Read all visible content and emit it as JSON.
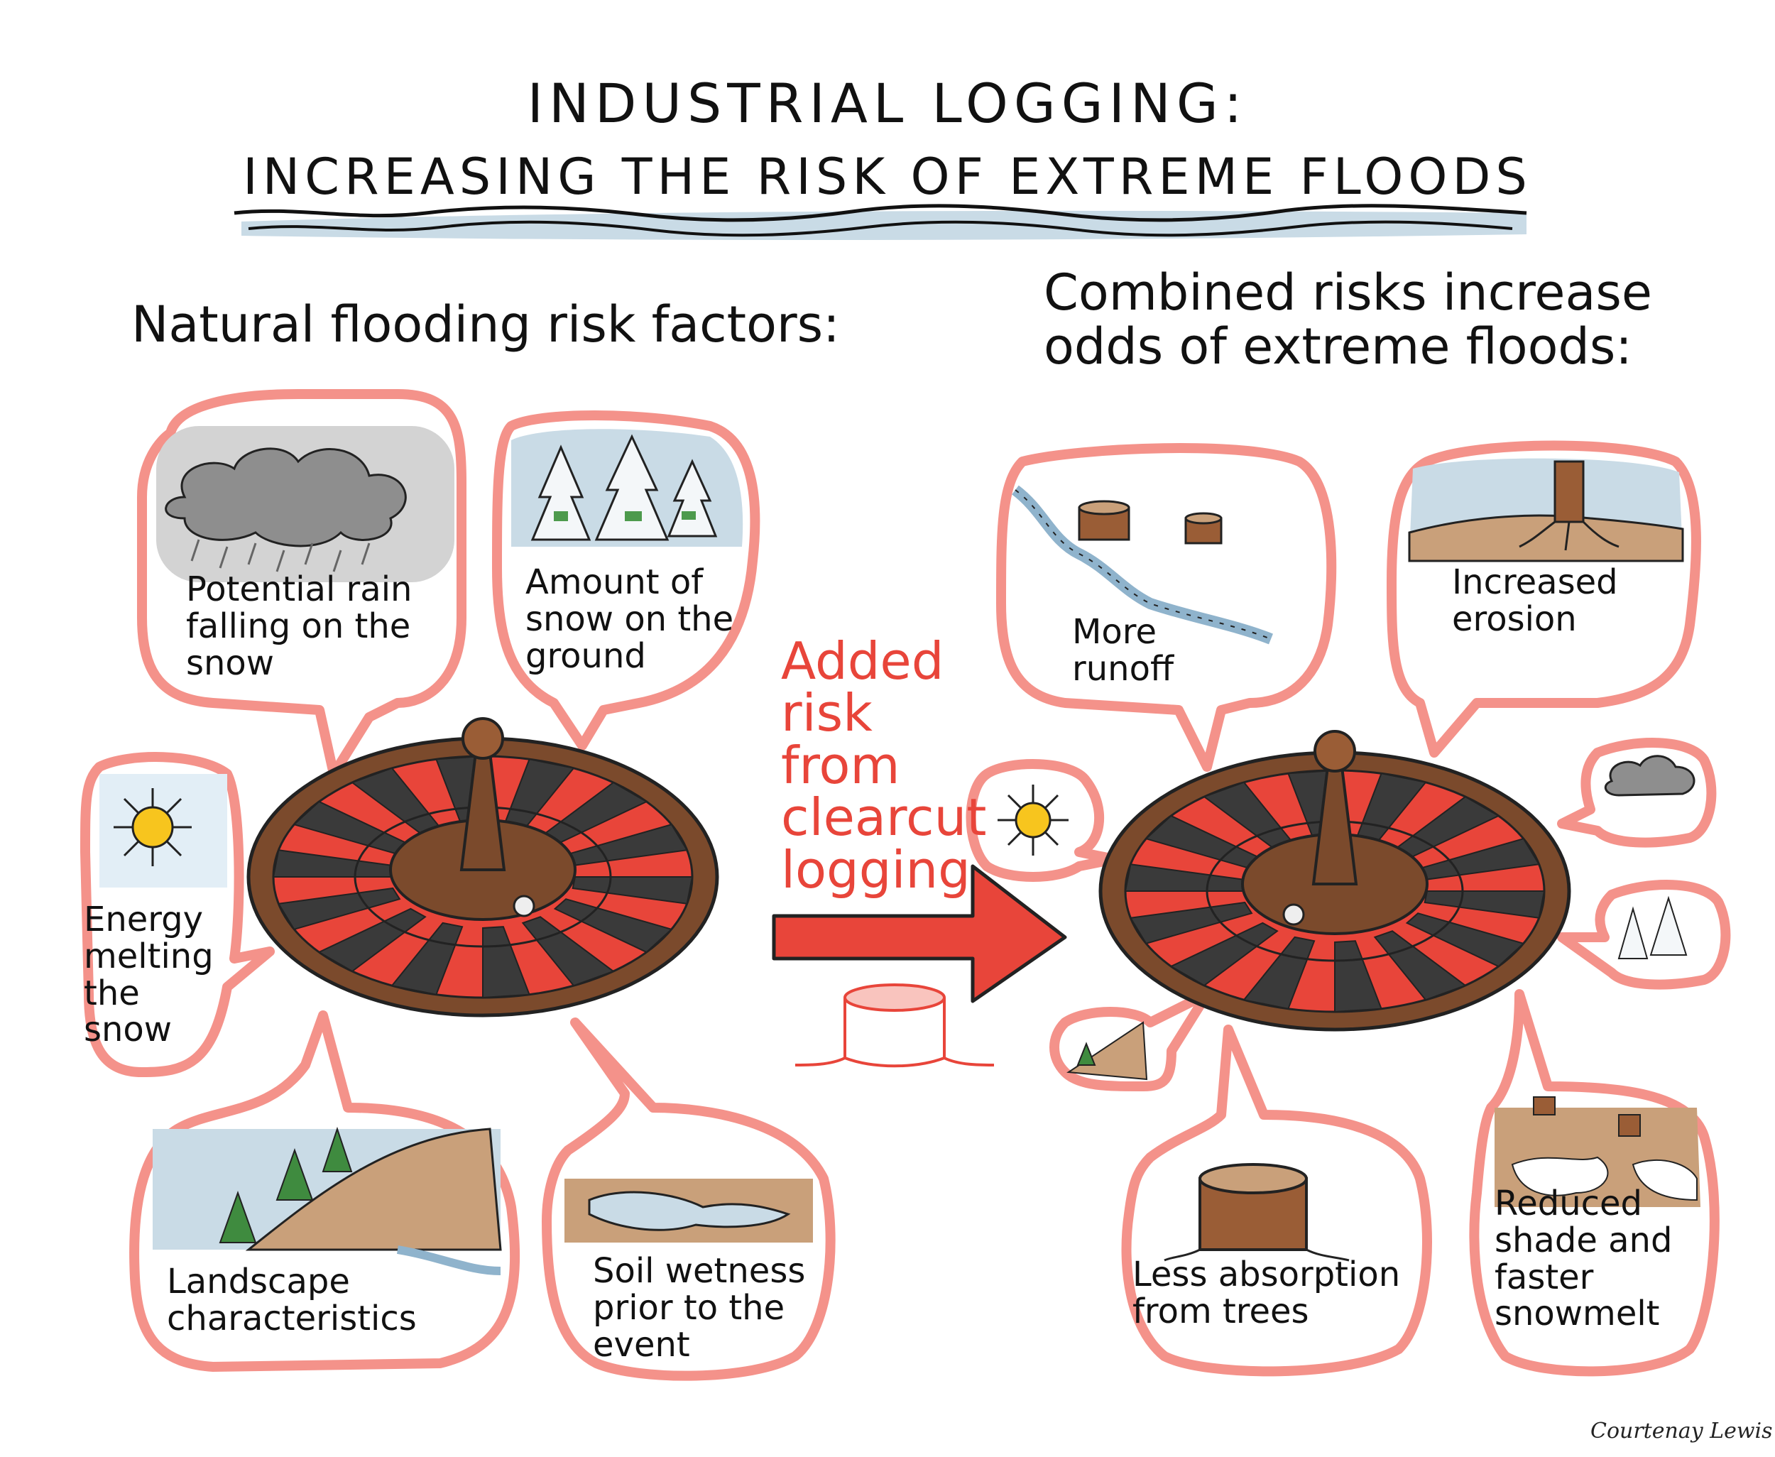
{
  "title": {
    "line1": "INDUSTRIAL LOGGING:",
    "line2": "INCREASING THE RISK OF EXTREME FLOODS"
  },
  "left_panel": {
    "heading": "Natural flooding risk factors:",
    "factors": [
      {
        "label": "Potential rain falling on the snow",
        "icon": "rain-cloud-icon"
      },
      {
        "label": "Amount of snow on the ground",
        "icon": "snowy-trees-icon"
      },
      {
        "label": "Energy melting the snow",
        "icon": "sun-icon"
      },
      {
        "label": "Landscape characteristics",
        "icon": "mountain-landscape-icon"
      },
      {
        "label": "Soil wetness prior to the event",
        "icon": "wet-soil-icon"
      }
    ]
  },
  "middle": {
    "added_risk": "Added risk from clearcut logging",
    "arrow_icon": "right-arrow-icon",
    "stump_icon": "tree-stump-icon"
  },
  "right_panel": {
    "heading": "Combined risks increase odds of extreme floods:",
    "factors": [
      {
        "label": "More runoff",
        "icon": "stumps-river-icon"
      },
      {
        "label": "Increased erosion",
        "icon": "eroded-roots-icon"
      },
      {
        "label": "Less absorption from trees",
        "icon": "tree-stump-icon"
      },
      {
        "label": "Reduced shade and faster snowmelt",
        "icon": "clearcut-snow-icon"
      }
    ]
  },
  "signature": "Courtenay Lewis",
  "colors": {
    "bubble_outline": "#f4928a",
    "wheel_red": "#e8453a",
    "wheel_black": "#3a3a3a",
    "wheel_brown": "#7b4a2c",
    "added_risk_text": "#e8453a",
    "sky": "#c9dbe6",
    "ground_brown": "#c9a07a"
  }
}
